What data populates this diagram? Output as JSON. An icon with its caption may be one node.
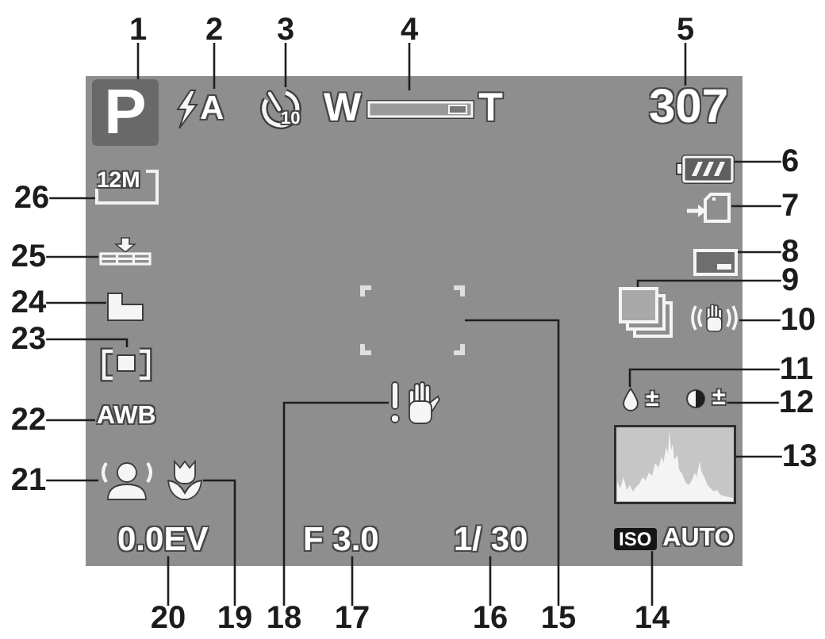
{
  "diagram": {
    "nodes": [
      {
        "text": [],
        "shape": "box"
      },
      {
        "text": [
          "1"
        ]
      },
      {
        "text": [
          "P"
        ],
        "in": 0
      },
      {
        "text": [
          "2"
        ]
      },
      {
        "text": [
          "A"
        ],
        "in": 0
      },
      {
        "text": [
          "3"
        ]
      },
      {
        "text": [
          "10"
        ],
        "in": 0
      },
      {
        "text": [
          "4"
        ]
      },
      {
        "text": [
          "W",
          "T"
        ],
        "in": 0
      },
      {
        "text": [
          "5"
        ]
      },
      {
        "text": [
          "307"
        ],
        "in": 0
      },
      {
        "text": [
          "6"
        ]
      },
      {
        "text": [],
        "shape": "picture",
        "in": 0
      },
      {
        "text": [
          "7"
        ]
      },
      {
        "text": [],
        "shape": "picture",
        "in": 0
      },
      {
        "text": [
          "8"
        ]
      },
      {
        "text": [],
        "shape": "picture",
        "in": 0
      },
      {
        "text": [
          "9"
        ]
      },
      {
        "text": [],
        "shape": "box",
        "in": 0
      },
      {
        "text": [
          "10"
        ]
      },
      {
        "text": [],
        "shape": "picture",
        "in": 0
      },
      {
        "text": [
          "11"
        ]
      },
      {
        "text": [
          "±"
        ],
        "in": 0
      },
      {
        "text": [
          "12"
        ]
      },
      {
        "text": [
          "±"
        ],
        "in": 0
      },
      {
        "text": [
          "13"
        ]
      },
      {
        "text": [],
        "shape": "picture",
        "in": 0
      },
      {
        "text": [
          "14"
        ]
      },
      {
        "text": [
          "ISO",
          "AUTO"
        ],
        "in": 0
      },
      {
        "text": [
          "15"
        ]
      },
      {
        "text": [],
        "shape": "box",
        "in": 0
      },
      {
        "text": [
          "16"
        ]
      },
      {
        "text": [
          "1/ 30"
        ],
        "in": 0
      },
      {
        "text": [
          "17"
        ]
      },
      {
        "text": [
          "F 3.0"
        ],
        "in": 0
      },
      {
        "text": [
          "18"
        ]
      },
      {
        "text": [],
        "shape": "picture",
        "in": 0
      },
      {
        "text": [
          "19"
        ]
      },
      {
        "text": [],
        "shape": "picture",
        "in": 0
      },
      {
        "text": [
          "20"
        ]
      },
      {
        "text": [
          "0.0EV"
        ],
        "in": 0
      },
      {
        "text": [
          "21"
        ]
      },
      {
        "text": [],
        "shape": "picture",
        "in": 0
      },
      {
        "text": [
          "22"
        ]
      },
      {
        "text": [
          "AWB"
        ],
        "in": 0
      },
      {
        "text": [
          "23"
        ]
      },
      {
        "text": [],
        "shape": "picture",
        "in": 0
      },
      {
        "text": [
          "24"
        ]
      },
      {
        "text": [],
        "shape": "box",
        "in": 0
      },
      {
        "text": [
          "25"
        ]
      },
      {
        "text": [],
        "shape": "picture",
        "in": 0
      },
      {
        "text": [
          "26"
        ]
      },
      {
        "text": [
          "12M"
        ],
        "in": 0
      }
    ],
    "edges": [
      {
        "from": 1,
        "to": 2,
        "arrow": "none"
      },
      {
        "from": 3,
        "to": 4,
        "arrow": "none"
      },
      {
        "from": 5,
        "to": 6,
        "arrow": "none"
      },
      {
        "from": 7,
        "to": 8,
        "arrow": "none"
      },
      {
        "from": 9,
        "to": 10,
        "arrow": "none"
      },
      {
        "from": 11,
        "to": 12,
        "arrow": "none"
      },
      {
        "from": 13,
        "to": 14,
        "arrow": "none"
      },
      {
        "from": 15,
        "to": 16,
        "arrow": "none"
      },
      {
        "from": 17,
        "to": 18,
        "arrow": "none"
      },
      {
        "from": 19,
        "to": 20,
        "arrow": "none"
      },
      {
        "from": 21,
        "to": 22,
        "arrow": "none"
      },
      {
        "from": 23,
        "to": 24,
        "arrow": "none"
      },
      {
        "from": 25,
        "to": 26,
        "arrow": "none"
      },
      {
        "from": 27,
        "to": 28,
        "arrow": "none"
      },
      {
        "from": 29,
        "to": 30,
        "arrow": "none"
      },
      {
        "from": 31,
        "to": 32,
        "arrow": "none"
      },
      {
        "from": 33,
        "to": 34,
        "arrow": "none"
      },
      {
        "from": 35,
        "to": 36,
        "arrow": "none"
      },
      {
        "from": 37,
        "to": 38,
        "arrow": "none"
      },
      {
        "from": 39,
        "to": 40,
        "arrow": "none"
      },
      {
        "from": 41,
        "to": 42,
        "arrow": "none"
      },
      {
        "from": 43,
        "to": 44,
        "arrow": "none"
      },
      {
        "from": 45,
        "to": 46,
        "arrow": "none"
      },
      {
        "from": 47,
        "to": 48,
        "arrow": "none"
      },
      {
        "from": 49,
        "to": 50,
        "arrow": "none"
      },
      {
        "from": 51,
        "to": 52,
        "arrow": "none"
      }
    ]
  }
}
